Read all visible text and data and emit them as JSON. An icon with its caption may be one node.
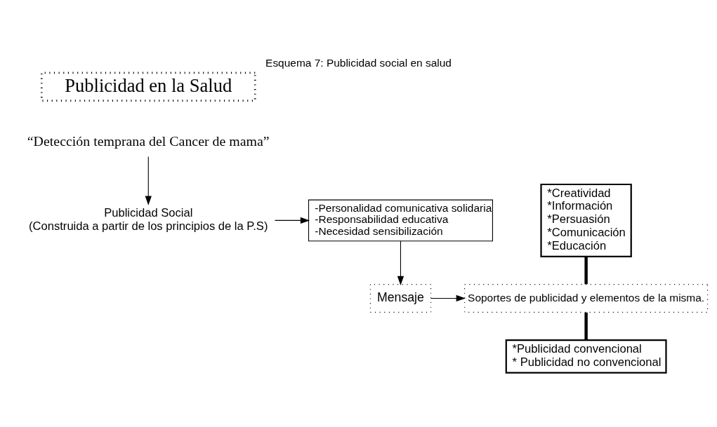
{
  "diagram": {
    "title": "Esquema 7: Publicidad social en salud",
    "nodes": [
      {
        "text": [
          "Publicidad en la Salud"
        ]
      },
      {
        "text": [
          "“Detección temprana del Cancer de mama”"
        ]
      },
      {
        "text": [
          "Publicidad Social",
          "(Construida a partir de los principios de la P.S)"
        ]
      },
      {
        "text": [
          "-Personalidad comunicativa solidaria",
          "-Responsabilidad educativa",
          "-Necesidad sensibilización"
        ]
      },
      {
        "text": [
          "Mensaje"
        ]
      },
      {
        "text": [
          "Soportes de publicidad y elementos de la misma."
        ]
      },
      {
        "text": [
          "*Creatividad",
          "*Información",
          "*Persuasión",
          "*Comunicación",
          "*Educación"
        ]
      },
      {
        "text": [
          "*Publicidad convencional",
          "* Publicidad no convencional"
        ]
      }
    ],
    "edges": [
      {
        "from": 1,
        "to": 2,
        "arrow": "to"
      },
      {
        "from": 2,
        "to": 3,
        "arrow": "to"
      },
      {
        "from": 3,
        "to": 4,
        "arrow": "to"
      },
      {
        "from": 4,
        "to": 5,
        "arrow": "to"
      },
      {
        "from": 6,
        "to": 5,
        "arrow": "none",
        "style": "thick"
      },
      {
        "from": 5,
        "to": 7,
        "arrow": "none",
        "style": "thick"
      }
    ]
  }
}
